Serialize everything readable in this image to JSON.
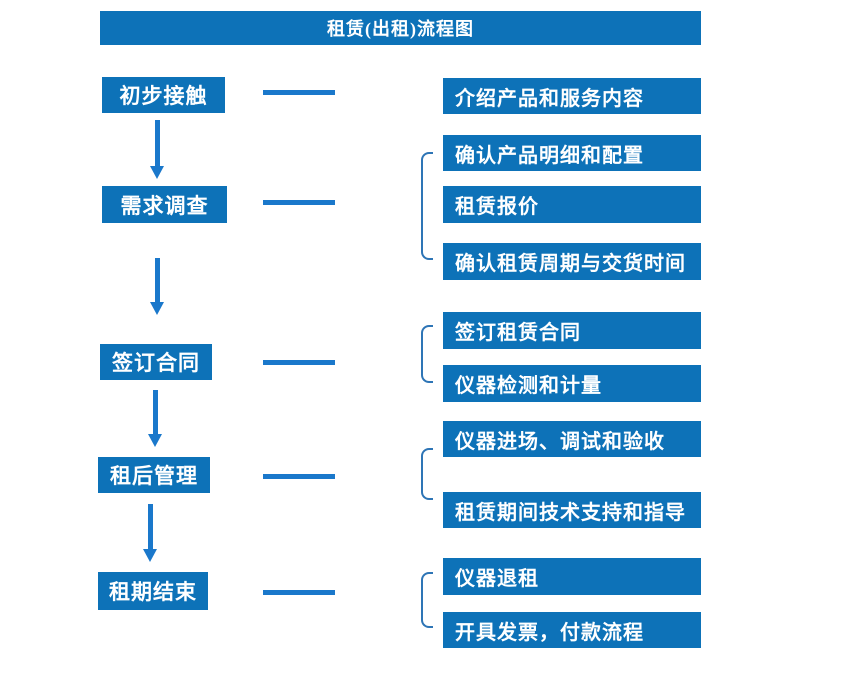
{
  "title": "租赁(出租)流程图",
  "colors": {
    "box": "#0d72b8",
    "arrow": "#1a78cb",
    "bracket": "#2e75b6",
    "text": "#ffffff",
    "background": "#ffffff"
  },
  "flow": {
    "groups": [
      {
        "step": "初步接触",
        "details": [
          "介绍产品和服务内容"
        ]
      },
      {
        "step": "需求调查",
        "details": [
          "确认产品明细和配置",
          "租赁报价",
          "确认租赁周期与交货时间"
        ]
      },
      {
        "step": "签订合同",
        "details": [
          "签订租赁合同",
          "仪器检测和计量"
        ]
      },
      {
        "step": "租后管理",
        "details": [
          "仪器进场、调试和验收",
          "租赁期间技术支持和指导"
        ]
      },
      {
        "step": "租期结束",
        "details": [
          "仪器退租",
          "开具发票，付款流程"
        ]
      }
    ]
  }
}
